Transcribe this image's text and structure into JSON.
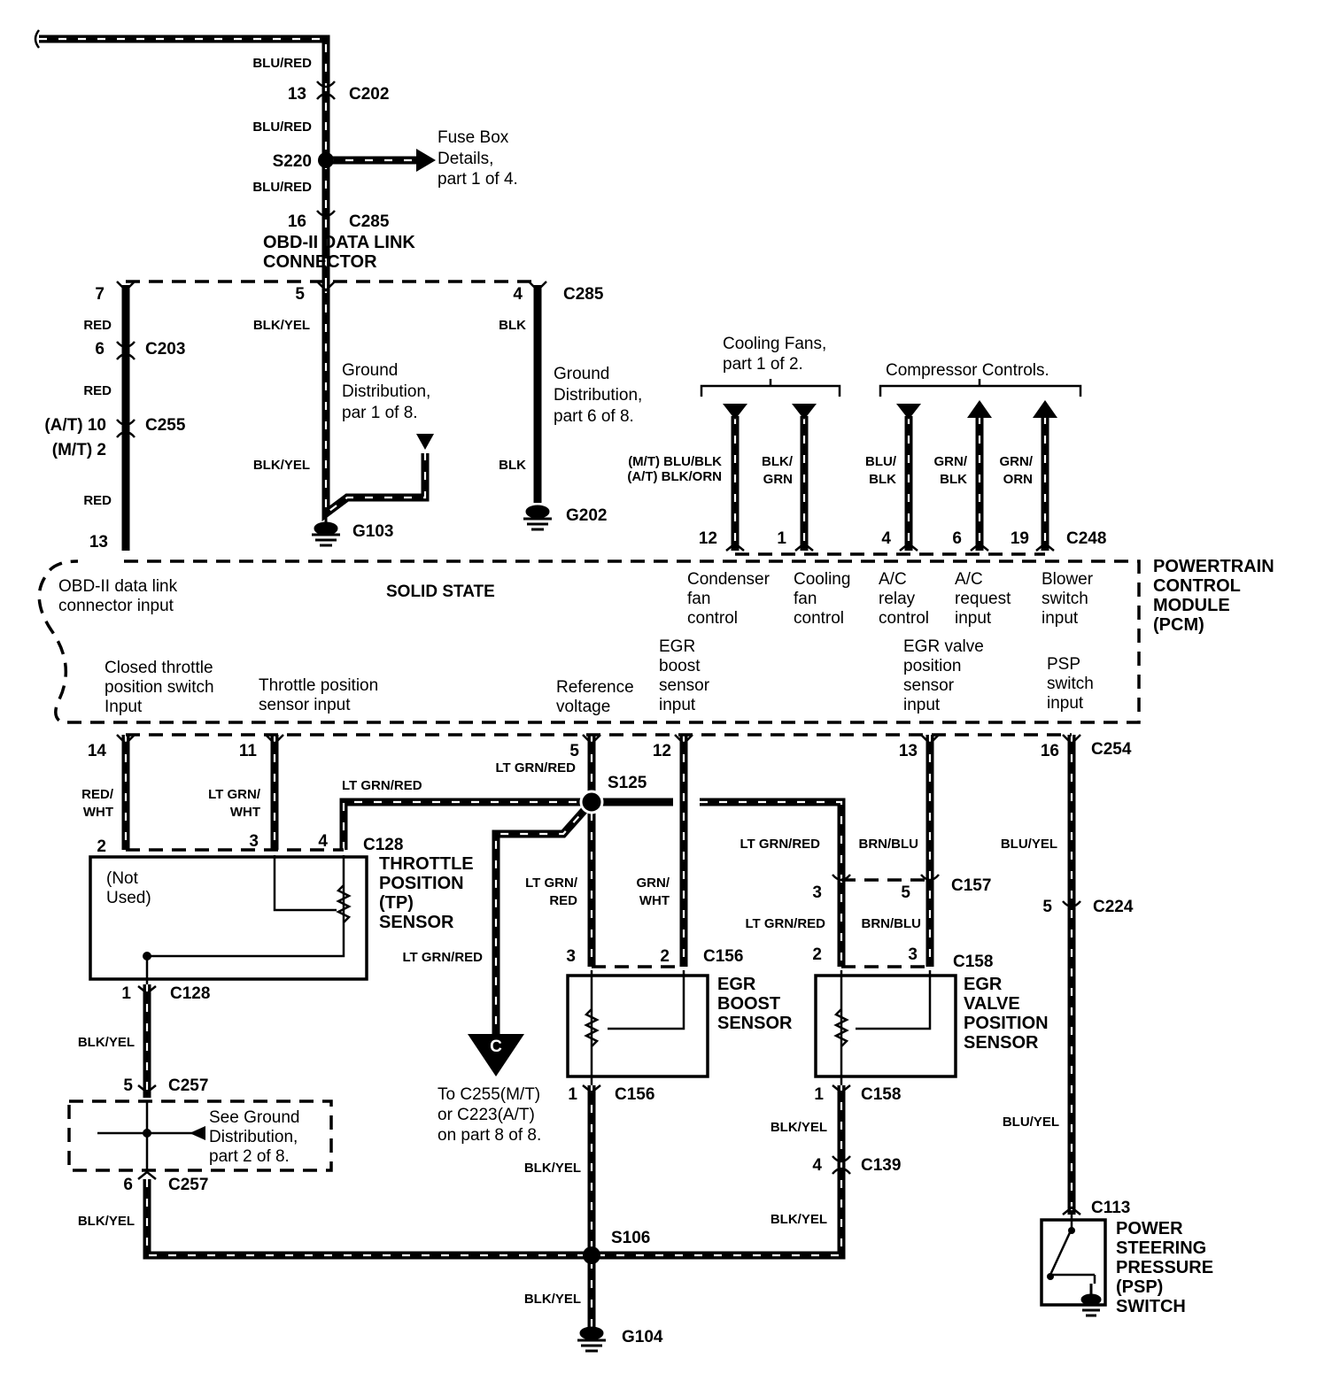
{
  "top": {
    "wire_blu_red_1": "BLU/RED",
    "c202_pin": "13",
    "c202": "C202",
    "wire_blu_red_2": "BLU/RED",
    "s220": "S220",
    "fuse_box_line1": "Fuse Box",
    "fuse_box_line2": "Details,",
    "fuse_box_line3": "part 1 of 4.",
    "wire_blu_red_3": "BLU/RED",
    "c285_pin": "16",
    "c285": "C285",
    "obd_line1": "OBD-II DATA LINK",
    "obd_line2": "CONNECTOR"
  },
  "upper_left": {
    "pin7": "7",
    "pin5": "5",
    "pin4": "4",
    "c285": "C285",
    "red1": "RED",
    "c203_pin": "6",
    "c203": "C203",
    "red2": "RED",
    "at": "(A/T) 10",
    "mt": "(M/T) 2",
    "c255": "C255",
    "red3": "RED",
    "pin13": "13",
    "blk_yel_1": "BLK/YEL",
    "gd1_line1": "Ground",
    "gd1_line2": "Distribution,",
    "gd1_line3": "par 1 of 8.",
    "blk_yel_2": "BLK/YEL",
    "g103": "G103",
    "blk1": "BLK",
    "gd6_line1": "Ground",
    "gd6_line2": "Distribution,",
    "gd6_line3": "part 6 of 8.",
    "blk2": "BLK",
    "g202": "G202"
  },
  "upper_right": {
    "cooling_line1": "Cooling Fans,",
    "cooling_line2": "part 1 of 2.",
    "compressor": "Compressor Controls.",
    "mt_wire": "(M/T) BLU/BLK",
    "at_wire": "(A/T) BLK/ORN",
    "blk_grn_1": "BLK/",
    "blk_grn_2": "GRN",
    "blu_blk_1": "BLU/",
    "blu_blk_2": "BLK",
    "grn_blk_1": "GRN/",
    "grn_blk_2": "BLK",
    "grn_orn_1": "GRN/",
    "grn_orn_2": "ORN",
    "pin12": "12",
    "pin1": "1",
    "pin4": "4",
    "pin6": "6",
    "pin19": "19",
    "c248": "C248"
  },
  "pcm": {
    "name_line1": "POWERTRAIN",
    "name_line2": "CONTROL",
    "name_line3": "MODULE",
    "name_line4": "(PCM)",
    "solid_state": "SOLID STATE",
    "obd_input_1": "OBD-II data link",
    "obd_input_2": "connector input",
    "condenser_1": "Condenser",
    "condenser_2": "fan",
    "condenser_3": "control",
    "cooling_1": "Cooling",
    "cooling_2": "fan",
    "cooling_3": "control",
    "ac_relay_1": "A/C",
    "ac_relay_2": "relay",
    "ac_relay_3": "control",
    "ac_req_1": "A/C",
    "ac_req_2": "request",
    "ac_req_3": "input",
    "blower_1": "Blower",
    "blower_2": "switch",
    "blower_3": "input",
    "closed_1": "Closed  throttle",
    "closed_2": "position switch",
    "closed_3": "Input",
    "tp_input_1": "Throttle position",
    "tp_input_2": "sensor input",
    "ref_1": "Reference",
    "ref_2": "voltage",
    "egr_boost_1": "EGR",
    "egr_boost_2": "boost",
    "egr_boost_3": "sensor",
    "egr_boost_4": "input",
    "egr_valve_1": "EGR valve",
    "egr_valve_2": "position",
    "egr_valve_3": "sensor",
    "egr_valve_4": "input",
    "psp_1": "PSP",
    "psp_2": "switch",
    "psp_3": "input"
  },
  "lower": {
    "pin14": "14",
    "pin11": "11",
    "pin5": "5",
    "pin12": "12",
    "pin13": "13",
    "pin16": "16",
    "c254": "C254",
    "red_wht_1": "RED/",
    "red_wht_2": "WHT",
    "ltgrn_wht_1": "LT GRN/",
    "ltgrn_wht_2": "WHT",
    "ltgrn_red_top": "LT GRN/RED",
    "ltgrn_red_s125": "LT GRN/RED",
    "s125": "S125",
    "ltgrn_red_right": "LT GRN/RED",
    "brn_blu_1": "BRN/BLU",
    "blu_yel_1": "BLU/YEL",
    "tp_pin2": "2",
    "tp_pin3": "3",
    "tp_pin4": "4",
    "c128": "C128",
    "tp_name_1": "THROTTLE",
    "tp_name_2": "POSITION",
    "tp_name_3": "(TP)",
    "tp_name_4": "SENSOR",
    "not_used_1": "(Not",
    "not_used_2": "Used)",
    "ltgrn_red_v1": "LT GRN/",
    "ltgrn_red_v2": "RED",
    "grn_wht_1": "GRN/",
    "grn_wht_2": "WHT",
    "ltgrn_red_long": "LT GRN/RED",
    "c157_pin3": "3",
    "c157_pin5": "5",
    "c157": "C157",
    "ltgrn_red_c158": "LT GRN/RED",
    "brn_blu_2": "BRN/BLU",
    "c224_pin": "5",
    "c224": "C224",
    "c156_pin3": "3",
    "c156_pin2": "2",
    "c156": "C156",
    "c158_pin2": "2",
    "c158_pin3": "3",
    "c158": "C158",
    "egr_boost_1": "EGR",
    "egr_boost_2": "BOOST",
    "egr_boost_3": "SENSOR",
    "egr_valve_1": "EGR",
    "egr_valve_2": "VALVE",
    "egr_valve_3": "POSITION",
    "egr_valve_4": "SENSOR",
    "c128_pin1": "1",
    "c128_b": "C128",
    "blk_yel_a": "BLK/YEL",
    "c257_pin5": "5",
    "c257_a": "C257",
    "see_gd_1": "See Ground",
    "see_gd_2": "Distribution,",
    "see_gd_3": "part 2 of 8.",
    "c257_pin6": "6",
    "c257_b": "C257",
    "blk_yel_b": "BLK/YEL",
    "c_letter": "C",
    "to_1": "To C255(M/T)",
    "to_2": "or C223(A/T)",
    "to_3": "on part 8 of 8.",
    "c156_pin1": "1",
    "c156_b": "C156",
    "c158_pin1": "1",
    "c158_b": "C158",
    "blk_yel_c": "BLK/YEL",
    "blk_yel_d": "BLK/YEL",
    "c139_pin": "4",
    "c139": "C139",
    "blk_yel_e": "BLK/YEL",
    "blu_yel_2": "BLU/YEL",
    "c113": "C113",
    "psp_1": "POWER",
    "psp_2": "STEERING",
    "psp_3": "PRESSURE",
    "psp_4": "(PSP)",
    "psp_5": "SWITCH",
    "s106": "S106",
    "blk_yel_f": "BLK/YEL",
    "g104": "G104"
  }
}
